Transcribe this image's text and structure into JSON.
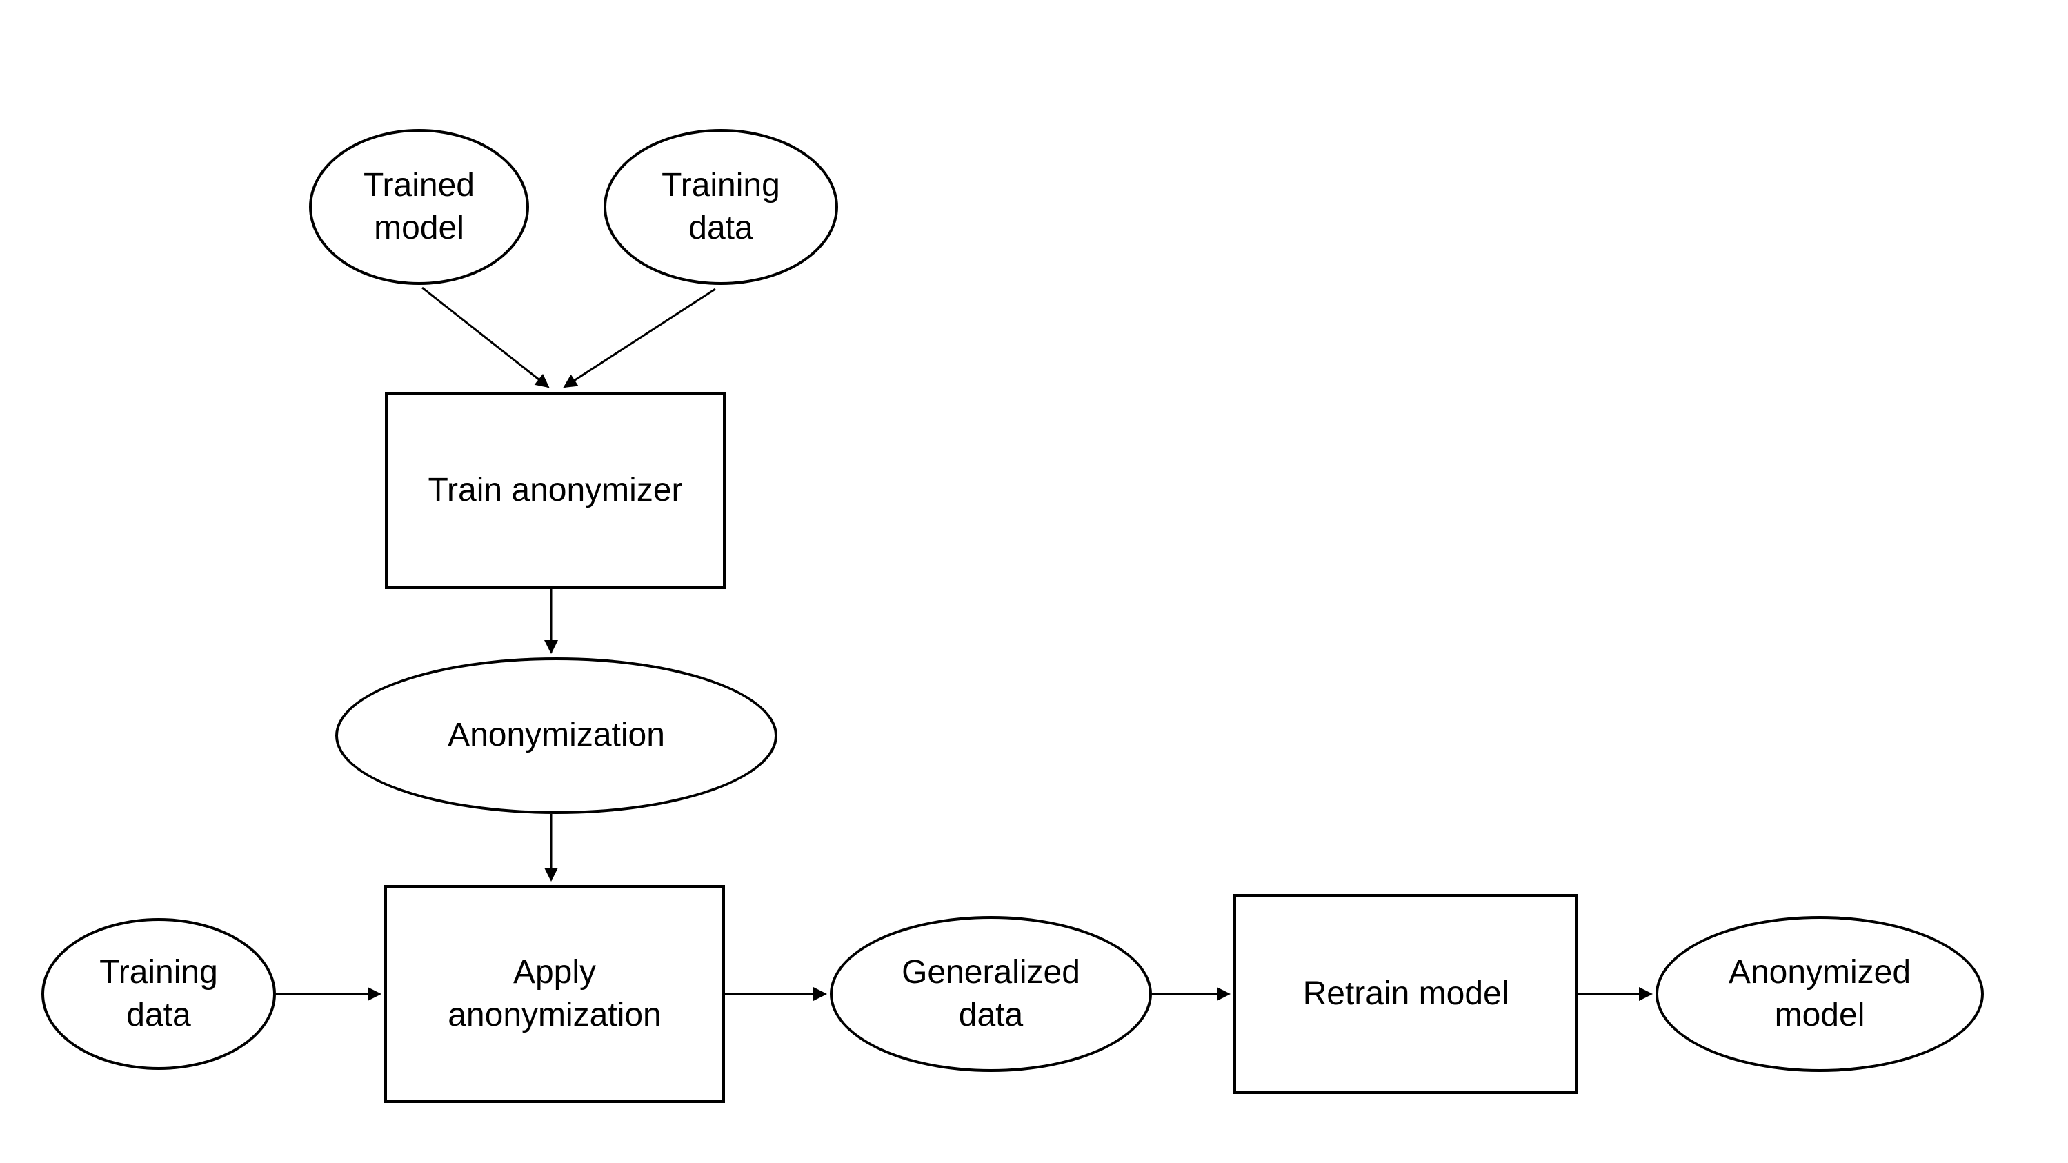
{
  "diagram": {
    "colors": {
      "background": "#ffffff",
      "shape_fill": "#ffffff",
      "stroke": "#000000",
      "text": "#000000"
    },
    "nodes": [
      {
        "id": "trained-model",
        "shape": "ellipse",
        "label": "Trained\nmodel"
      },
      {
        "id": "training-data-top",
        "shape": "ellipse",
        "label": "Training\ndata"
      },
      {
        "id": "train-anonymizer",
        "shape": "rectangle",
        "label": "Train anonymizer"
      },
      {
        "id": "anonymization",
        "shape": "ellipse",
        "label": "Anonymization"
      },
      {
        "id": "training-data-bottom",
        "shape": "ellipse",
        "label": "Training\ndata"
      },
      {
        "id": "apply-anonymization",
        "shape": "rectangle",
        "label": "Apply\nanonymization"
      },
      {
        "id": "generalized-data",
        "shape": "ellipse",
        "label": "Generalized\ndata"
      },
      {
        "id": "retrain-model",
        "shape": "rectangle",
        "label": "Retrain model"
      },
      {
        "id": "anonymized-model",
        "shape": "ellipse",
        "label": "Anonymized\nmodel"
      }
    ],
    "edges": [
      {
        "from": "trained-model",
        "to": "train-anonymizer"
      },
      {
        "from": "training-data-top",
        "to": "train-anonymizer"
      },
      {
        "from": "train-anonymizer",
        "to": "anonymization"
      },
      {
        "from": "anonymization",
        "to": "apply-anonymization"
      },
      {
        "from": "training-data-bottom",
        "to": "apply-anonymization"
      },
      {
        "from": "apply-anonymization",
        "to": "generalized-data"
      },
      {
        "from": "generalized-data",
        "to": "retrain-model"
      },
      {
        "from": "retrain-model",
        "to": "anonymized-model"
      }
    ]
  }
}
